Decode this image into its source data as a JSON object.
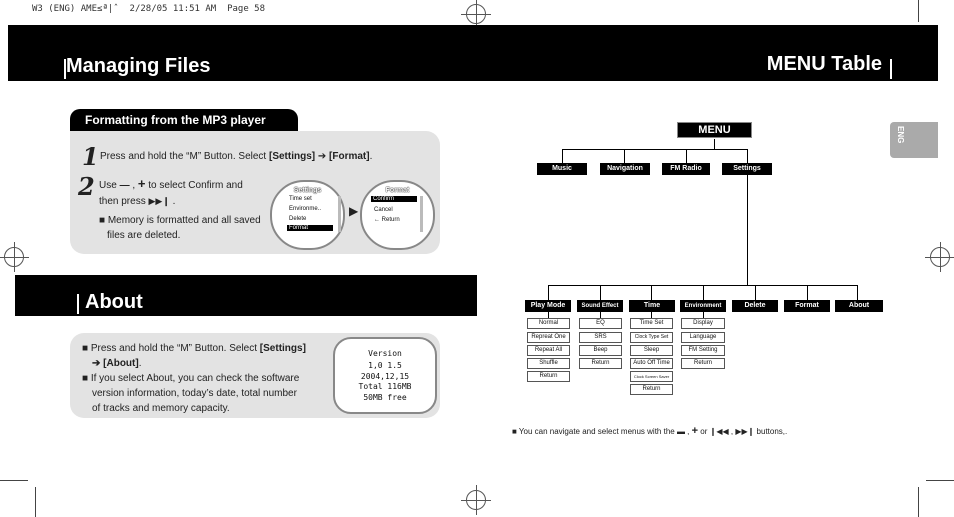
{
  "slug": "W3 (ENG) AME≤ª|ˆ  2/28/05 11:51 AM  Page 58",
  "header": {
    "left_title": "Managing Files",
    "right_title": "MENU Table",
    "lang_tab": "ENG"
  },
  "formatting": {
    "heading": "Formatting from the MP3 player",
    "step1": {
      "num": "1",
      "pre": "Press and hold the “M” Button. Select ",
      "b1": "[Settings]",
      "arrow": " ➔ ",
      "b2": "[Format]",
      "post": "."
    },
    "step2": {
      "num": "2",
      "line1_a": "Use ",
      "line1_b": " , ",
      "line1_c": " to select Confirm and",
      "line2_a": "then press ",
      "line2_b": " .",
      "note": "■ Memory is formatted and all saved",
      "note2": "files are deleted."
    },
    "screen1": {
      "title": "Settings",
      "items": [
        "Time set",
        "Environme..",
        "Delete"
      ],
      "selected": "Format"
    },
    "screen2": {
      "title": "Format",
      "selected": "Confirm",
      "items": [
        "Cancel",
        "← Return"
      ]
    }
  },
  "about": {
    "heading": "About",
    "b1_pre": "■ Press and hold the “M” Button. Select ",
    "b1_bold": "[Settings]",
    "b1_line2": "➔ [About]",
    "b1_end": ".",
    "b2_line1": "■ If you select About, you can check the software",
    "b2_line2": "version information, today’s date, total number",
    "b2_line3": "of tracks and memory capacity.",
    "screen": [
      "Version",
      "1,0  1.5",
      "2004,12,15",
      "Total 116MB",
      "50MB free"
    ]
  },
  "menu": {
    "root": "MENU",
    "level1": [
      "Music",
      "Navigation",
      "FM Radio",
      "Settings"
    ],
    "level2": [
      "Play Mode",
      "Sound Effect",
      "Time",
      "Environment",
      "Delete",
      "Format",
      "About"
    ],
    "play_mode": [
      "Normal",
      "Repreat One",
      "Repeat All",
      "Shuffle",
      "Return"
    ],
    "sound_effect": [
      "EQ",
      "SRS",
      "Beep",
      "Return"
    ],
    "time": [
      "Time Set",
      "Clock Type Set",
      "Sleep",
      "Auto Off Time",
      "Clock Screen Saver",
      "Return"
    ],
    "environment": [
      "Display",
      "Language",
      "FM Setting",
      "Return"
    ]
  },
  "footer": {
    "a": "■ You can navigate and select menus with the ",
    "b": " , ",
    "c": " or ",
    "d": " , ",
    "e": " buttons,."
  }
}
